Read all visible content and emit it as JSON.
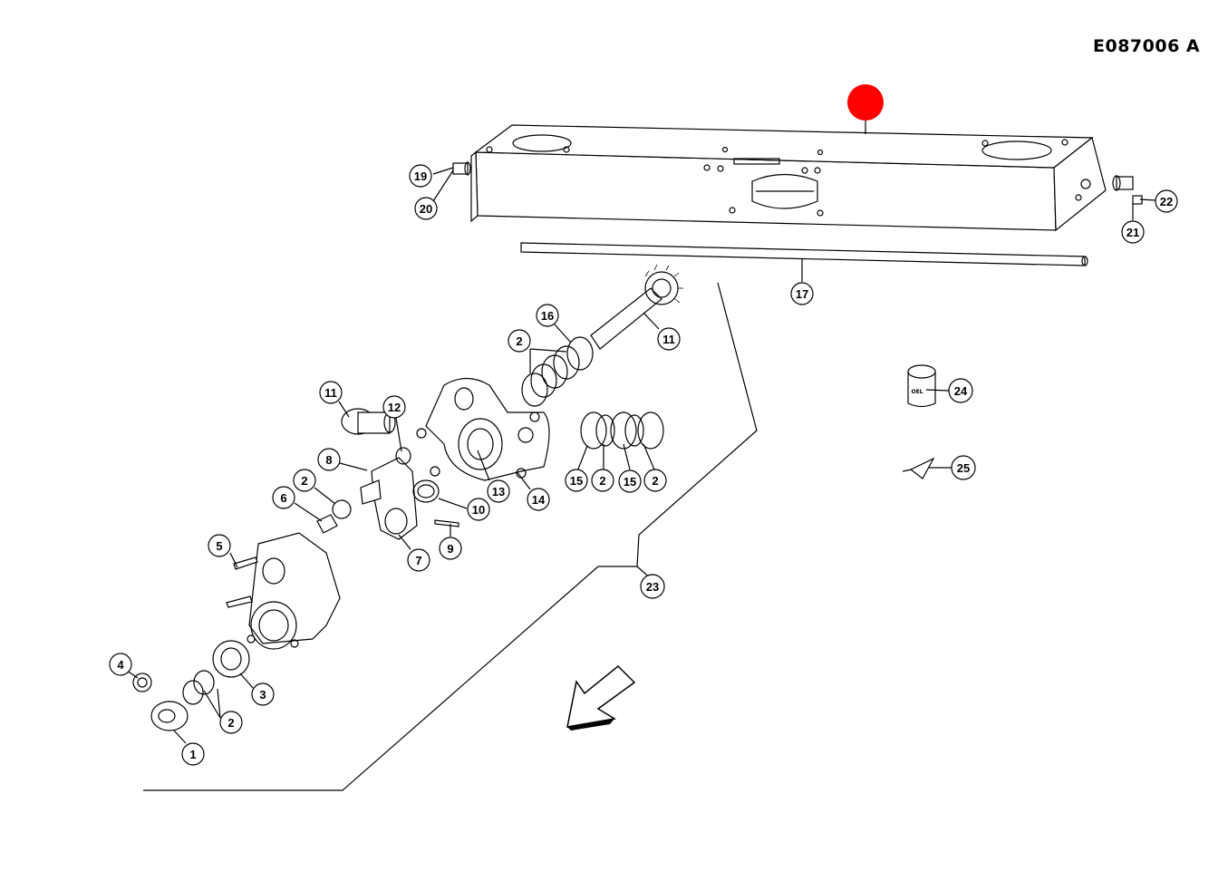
{
  "diagram": {
    "drawing_code": "E087006  A",
    "marker_color": "#ff0000",
    "oel_label": "OEL",
    "callouts": [
      {
        "id": "c19",
        "label": "19"
      },
      {
        "id": "c20",
        "label": "20"
      },
      {
        "id": "c22",
        "label": "22"
      },
      {
        "id": "c21",
        "label": "21"
      },
      {
        "id": "c17",
        "label": "17"
      },
      {
        "id": "c16",
        "label": "16"
      },
      {
        "id": "c11a",
        "label": "11"
      },
      {
        "id": "c2a",
        "label": "2"
      },
      {
        "id": "c11b",
        "label": "11"
      },
      {
        "id": "c12",
        "label": "12"
      },
      {
        "id": "c24",
        "label": "24"
      },
      {
        "id": "c8",
        "label": "8"
      },
      {
        "id": "c2b",
        "label": "2"
      },
      {
        "id": "c6",
        "label": "6"
      },
      {
        "id": "c13",
        "label": "13"
      },
      {
        "id": "c14",
        "label": "14"
      },
      {
        "id": "c15a",
        "label": "15"
      },
      {
        "id": "c2c",
        "label": "2"
      },
      {
        "id": "c15b",
        "label": "15"
      },
      {
        "id": "c2d",
        "label": "2"
      },
      {
        "id": "c25",
        "label": "25"
      },
      {
        "id": "c10",
        "label": "10"
      },
      {
        "id": "c5",
        "label": "5"
      },
      {
        "id": "c9",
        "label": "9"
      },
      {
        "id": "c7",
        "label": "7"
      },
      {
        "id": "c23",
        "label": "23"
      },
      {
        "id": "c4",
        "label": "4"
      },
      {
        "id": "c3",
        "label": "3"
      },
      {
        "id": "c2e",
        "label": "2"
      },
      {
        "id": "c1",
        "label": "1"
      }
    ]
  }
}
